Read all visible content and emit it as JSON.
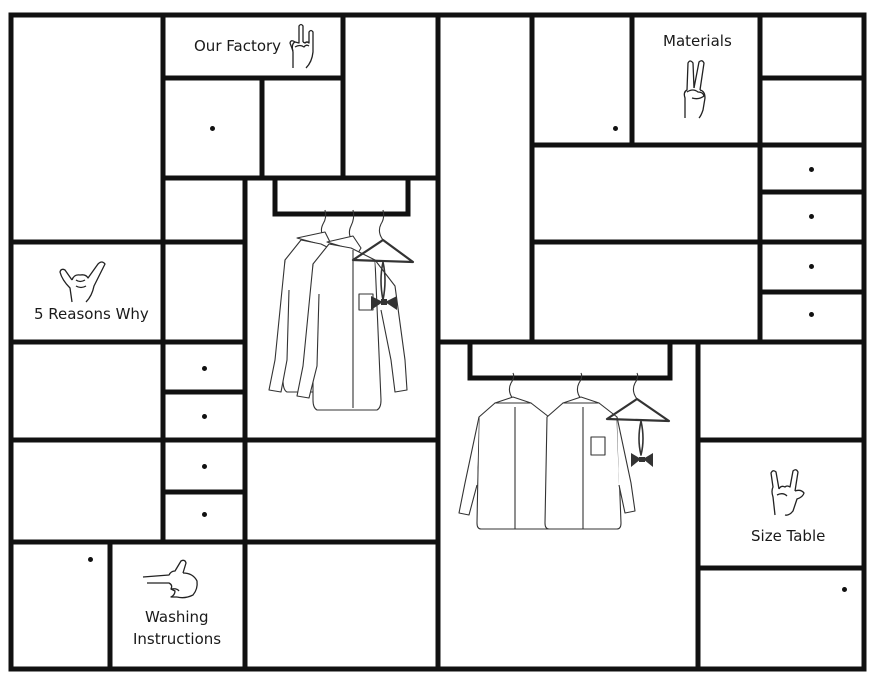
{
  "nav": {
    "our_factory": "Our Factory",
    "materials": "Materials",
    "five_reasons": "5 Reasons Why",
    "size_table": "Size Table",
    "washing_line1": "Washing",
    "washing_line2": "Instructions"
  },
  "colors": {
    "frame": "#111111",
    "background": "#ffffff",
    "text": "#1a1a1a"
  },
  "icons": [
    "rock-hand-icon",
    "peace-hand-icon",
    "shaka-hand-icon",
    "pointing-hand-icon",
    "shirts-on-rack-icon",
    "bow-tie-icon"
  ]
}
